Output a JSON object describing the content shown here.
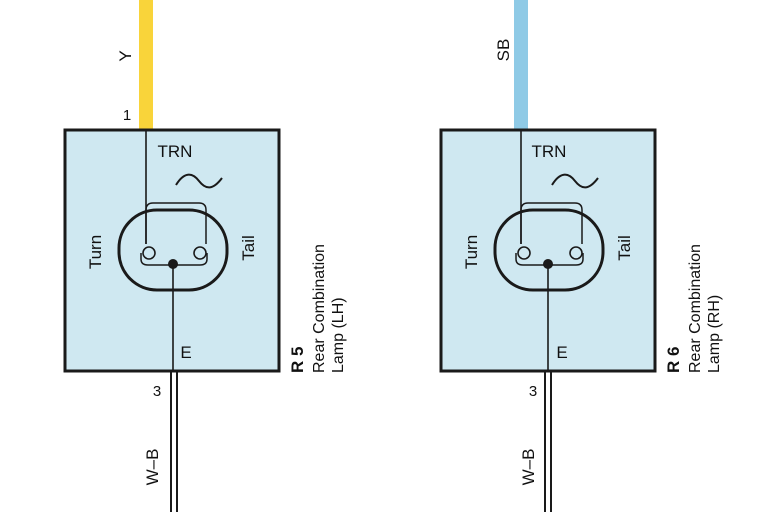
{
  "colors": {
    "box_fill": "#cfe8f1",
    "outline": "#1a1a1a",
    "wire_lh": "#f9d43a",
    "wire_rh": "#8fcae6"
  },
  "components": [
    {
      "wire_color": "Y",
      "pin_top": "1",
      "terminal_top": "TRN",
      "left_label": "Turn",
      "right_label": "Tail",
      "terminal_bottom": "E",
      "pin_bottom": "3",
      "ground_wire": "W–B",
      "id": "R 5",
      "name_line1": "Rear Combination",
      "name_line2": "Lamp (LH)"
    },
    {
      "wire_color": "SB",
      "pin_top": "",
      "terminal_top": "TRN",
      "left_label": "Turn",
      "right_label": "Tail",
      "terminal_bottom": "E",
      "pin_bottom": "3",
      "ground_wire": "W–B",
      "id": "R 6",
      "name_line1": "Rear Combination",
      "name_line2": "Lamp (RH)"
    }
  ]
}
